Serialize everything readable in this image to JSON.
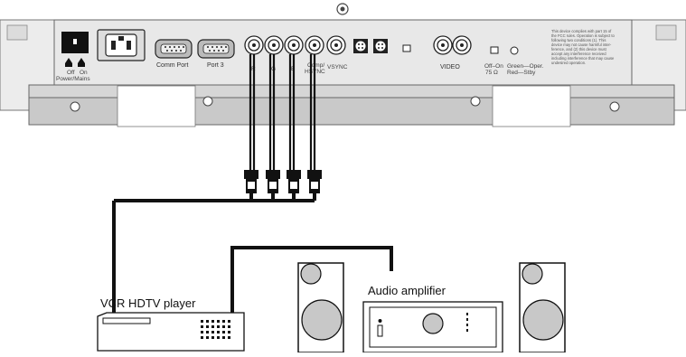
{
  "projector_panel": {
    "power_switch": {
      "off": "Off",
      "on": "On",
      "caption": "Power/Mains"
    },
    "ports": {
      "comm_port": "Comm Port",
      "port3": "Port 3",
      "r": "R",
      "g": "G",
      "b": "B",
      "comp_sync": "Comp/",
      "hsync": "HSYNC",
      "vsync": "VSYNC",
      "video": "VIDEO"
    },
    "termination": {
      "switch": "Off–On",
      "value": "75 Ω"
    },
    "status_led": {
      "line1": "Green—Oper.",
      "line2": "Red—Stby"
    },
    "fcc_notice": [
      "This device complies with part 15 of",
      "the FCC rules. Operation is subject to",
      "following two conditions (1). This",
      "device may not cause harmful inter-",
      "ference, and (2) this device must",
      "accept any interference received",
      "including interference that may cause",
      "undesired operation."
    ]
  },
  "devices": {
    "vcr": "VCR HDTV player",
    "amplifier": "Audio amplifier"
  },
  "colors": {
    "panel": "#e8e8e8",
    "panel_dark": "#d6d6d6",
    "bracket": "#c9c9c9",
    "cable": "#111111",
    "speaker_cone": "#c8c8c8"
  }
}
